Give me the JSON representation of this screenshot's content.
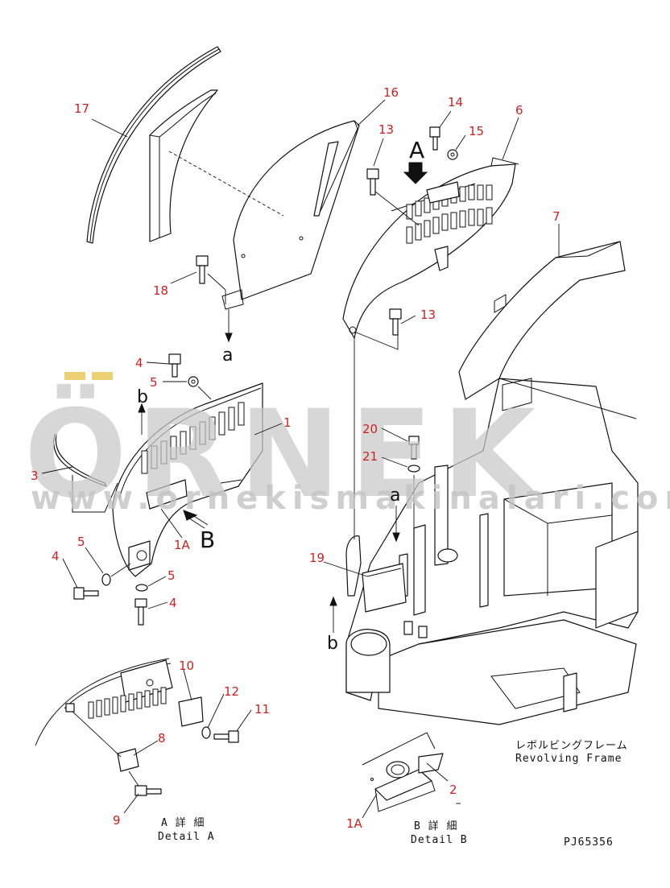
{
  "watermark": {
    "brand": "ÖRNEK",
    "url": "www.ornekismakinalari.com.tr",
    "accent_color": "#e8c95a"
  },
  "callouts": {
    "c17": "17",
    "c16": "16",
    "c13a": "13",
    "c14": "14",
    "c15": "15",
    "c6": "6",
    "c7": "7",
    "c18": "18",
    "c13b": "13",
    "c4a": "4",
    "c5a": "5",
    "c1": "1",
    "c3": "3",
    "c20": "20",
    "c21": "21",
    "c1A": "1A",
    "c5b": "5",
    "c4b": "4",
    "c5c": "5",
    "c4c": "4",
    "c19": "19",
    "c10": "10",
    "c12": "12",
    "c11": "11",
    "c8": "8",
    "c9": "9",
    "c2": "2",
    "c1Ab": "1A"
  },
  "view_letters": {
    "A": "A",
    "B": "B",
    "a_top": "a",
    "a_mid": "a",
    "b_top": "b",
    "b_bottom": "b"
  },
  "labels": {
    "revolving_frame_jp": "レボルビングフレーム",
    "revolving_frame_en": "Revolving Frame",
    "detail_a_jp": "A 詳 細",
    "detail_a_en": "Detail A",
    "detail_b_jp": "B 詳 細",
    "detail_b_en": "Detail B",
    "drawing_code": "PJ65356"
  },
  "colors": {
    "line": "#111111",
    "callout": "#cc2222",
    "watermark": "#c9c9c9"
  }
}
